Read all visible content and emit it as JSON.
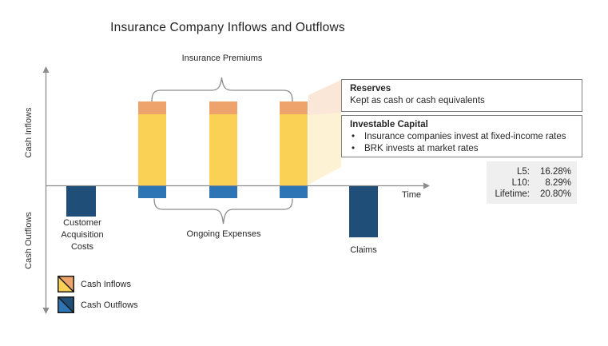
{
  "title": "Insurance Company Inflows and Outflows",
  "axes": {
    "y_top_label": "Cash Inflows",
    "y_bottom_label": "Cash Outflows",
    "x_label": "Time"
  },
  "annotations": {
    "insurance_premiums": "Insurance Premiums",
    "ongoing_expenses": "Ongoing Expenses",
    "customer_acquisition_lines": [
      "Customer",
      "Acquisition",
      "Costs"
    ],
    "claims": "Claims"
  },
  "callouts": {
    "reserves": {
      "title": "Reserves",
      "body": "Kept as cash or cash equivalents"
    },
    "investable_capital": {
      "title": "Investable Capital",
      "bullet": "•",
      "bullets": [
        "Insurance companies invest at fixed-income rates",
        "BRK invests at market rates"
      ]
    }
  },
  "stats": {
    "rows": [
      {
        "label": "L5:",
        "value": "16.28%"
      },
      {
        "label": "L10:",
        "value": "8.29%"
      },
      {
        "label": "Lifetime:",
        "value": "20.80%"
      }
    ]
  },
  "legend": {
    "items": [
      {
        "label": "Cash Inflows"
      },
      {
        "label": "Cash Outflows"
      }
    ]
  },
  "colors": {
    "premium_cap": "#EFA36C",
    "inflow_yellow": "#FBD155",
    "expense_blue": "#2E75B6",
    "outflow_navy": "#1F4E79",
    "axis_gray": "#8C8C8C",
    "stats_bg": "#EFEFEF"
  }
}
